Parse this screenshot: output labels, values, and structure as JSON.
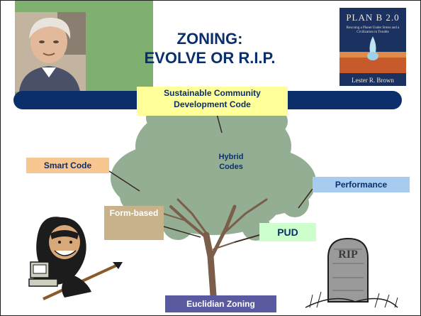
{
  "slide": {
    "title_line1": "ZONING:",
    "title_line2": "EVOLVE OR R.I.P."
  },
  "book": {
    "title": "PLAN B 2.0",
    "subtitle": "Rescuing a Planet Under Stress and a Civilization in Trouble",
    "author": "Lester R. Brown"
  },
  "tree_labels": {
    "sustainable": "Sustainable Community Development Code",
    "smart_code": "Smart Code",
    "hybrid": "Hybrid Codes",
    "performance": "Performance",
    "form_based": "Form-based",
    "pud": "PUD",
    "euclidian": "Euclidian Zoning"
  },
  "tombstone": {
    "text": "RIP"
  },
  "colors": {
    "green_band": "#7fb070",
    "navy_bar": "#0b2f6b",
    "sustainable_bg": "#ffff99",
    "smart_bg": "#f7c691",
    "performance_bg": "#a8ccf0",
    "form_bg": "#c8b28a",
    "pud_bg": "#ccffcc",
    "euclid_bg": "#5a5aa0"
  }
}
